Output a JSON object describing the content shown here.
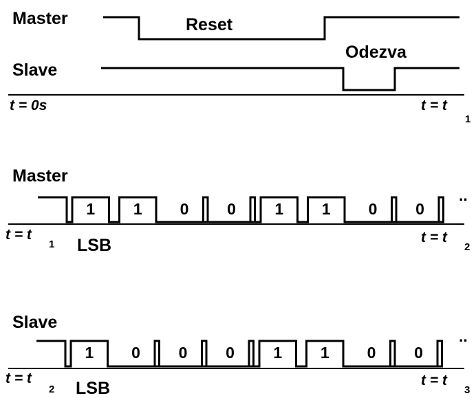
{
  "section1": {
    "master_label": "Master",
    "slave_label": "Slave",
    "reset_label": "Reset",
    "response_label": "Odezva",
    "t_start": "t = 0s",
    "t_end": "t = t",
    "t_end_sub": "1"
  },
  "section2": {
    "label": "Master",
    "bits": [
      "1",
      "1",
      "0",
      "0",
      "1",
      "1",
      "0",
      "0"
    ],
    "continuation": "..",
    "t_start": "t = t",
    "t_start_sub": "1",
    "lsb_label": "LSB",
    "t_end": "t = t",
    "t_end_sub": "2"
  },
  "section3": {
    "label": "Slave",
    "bits": [
      "1",
      "0",
      "0",
      "0",
      "1",
      "1",
      "0",
      "0"
    ],
    "continuation": "..",
    "t_start": "t = t",
    "t_start_sub": "2",
    "lsb_label": "LSB",
    "t_end": "t = t",
    "t_end_sub": "3"
  }
}
